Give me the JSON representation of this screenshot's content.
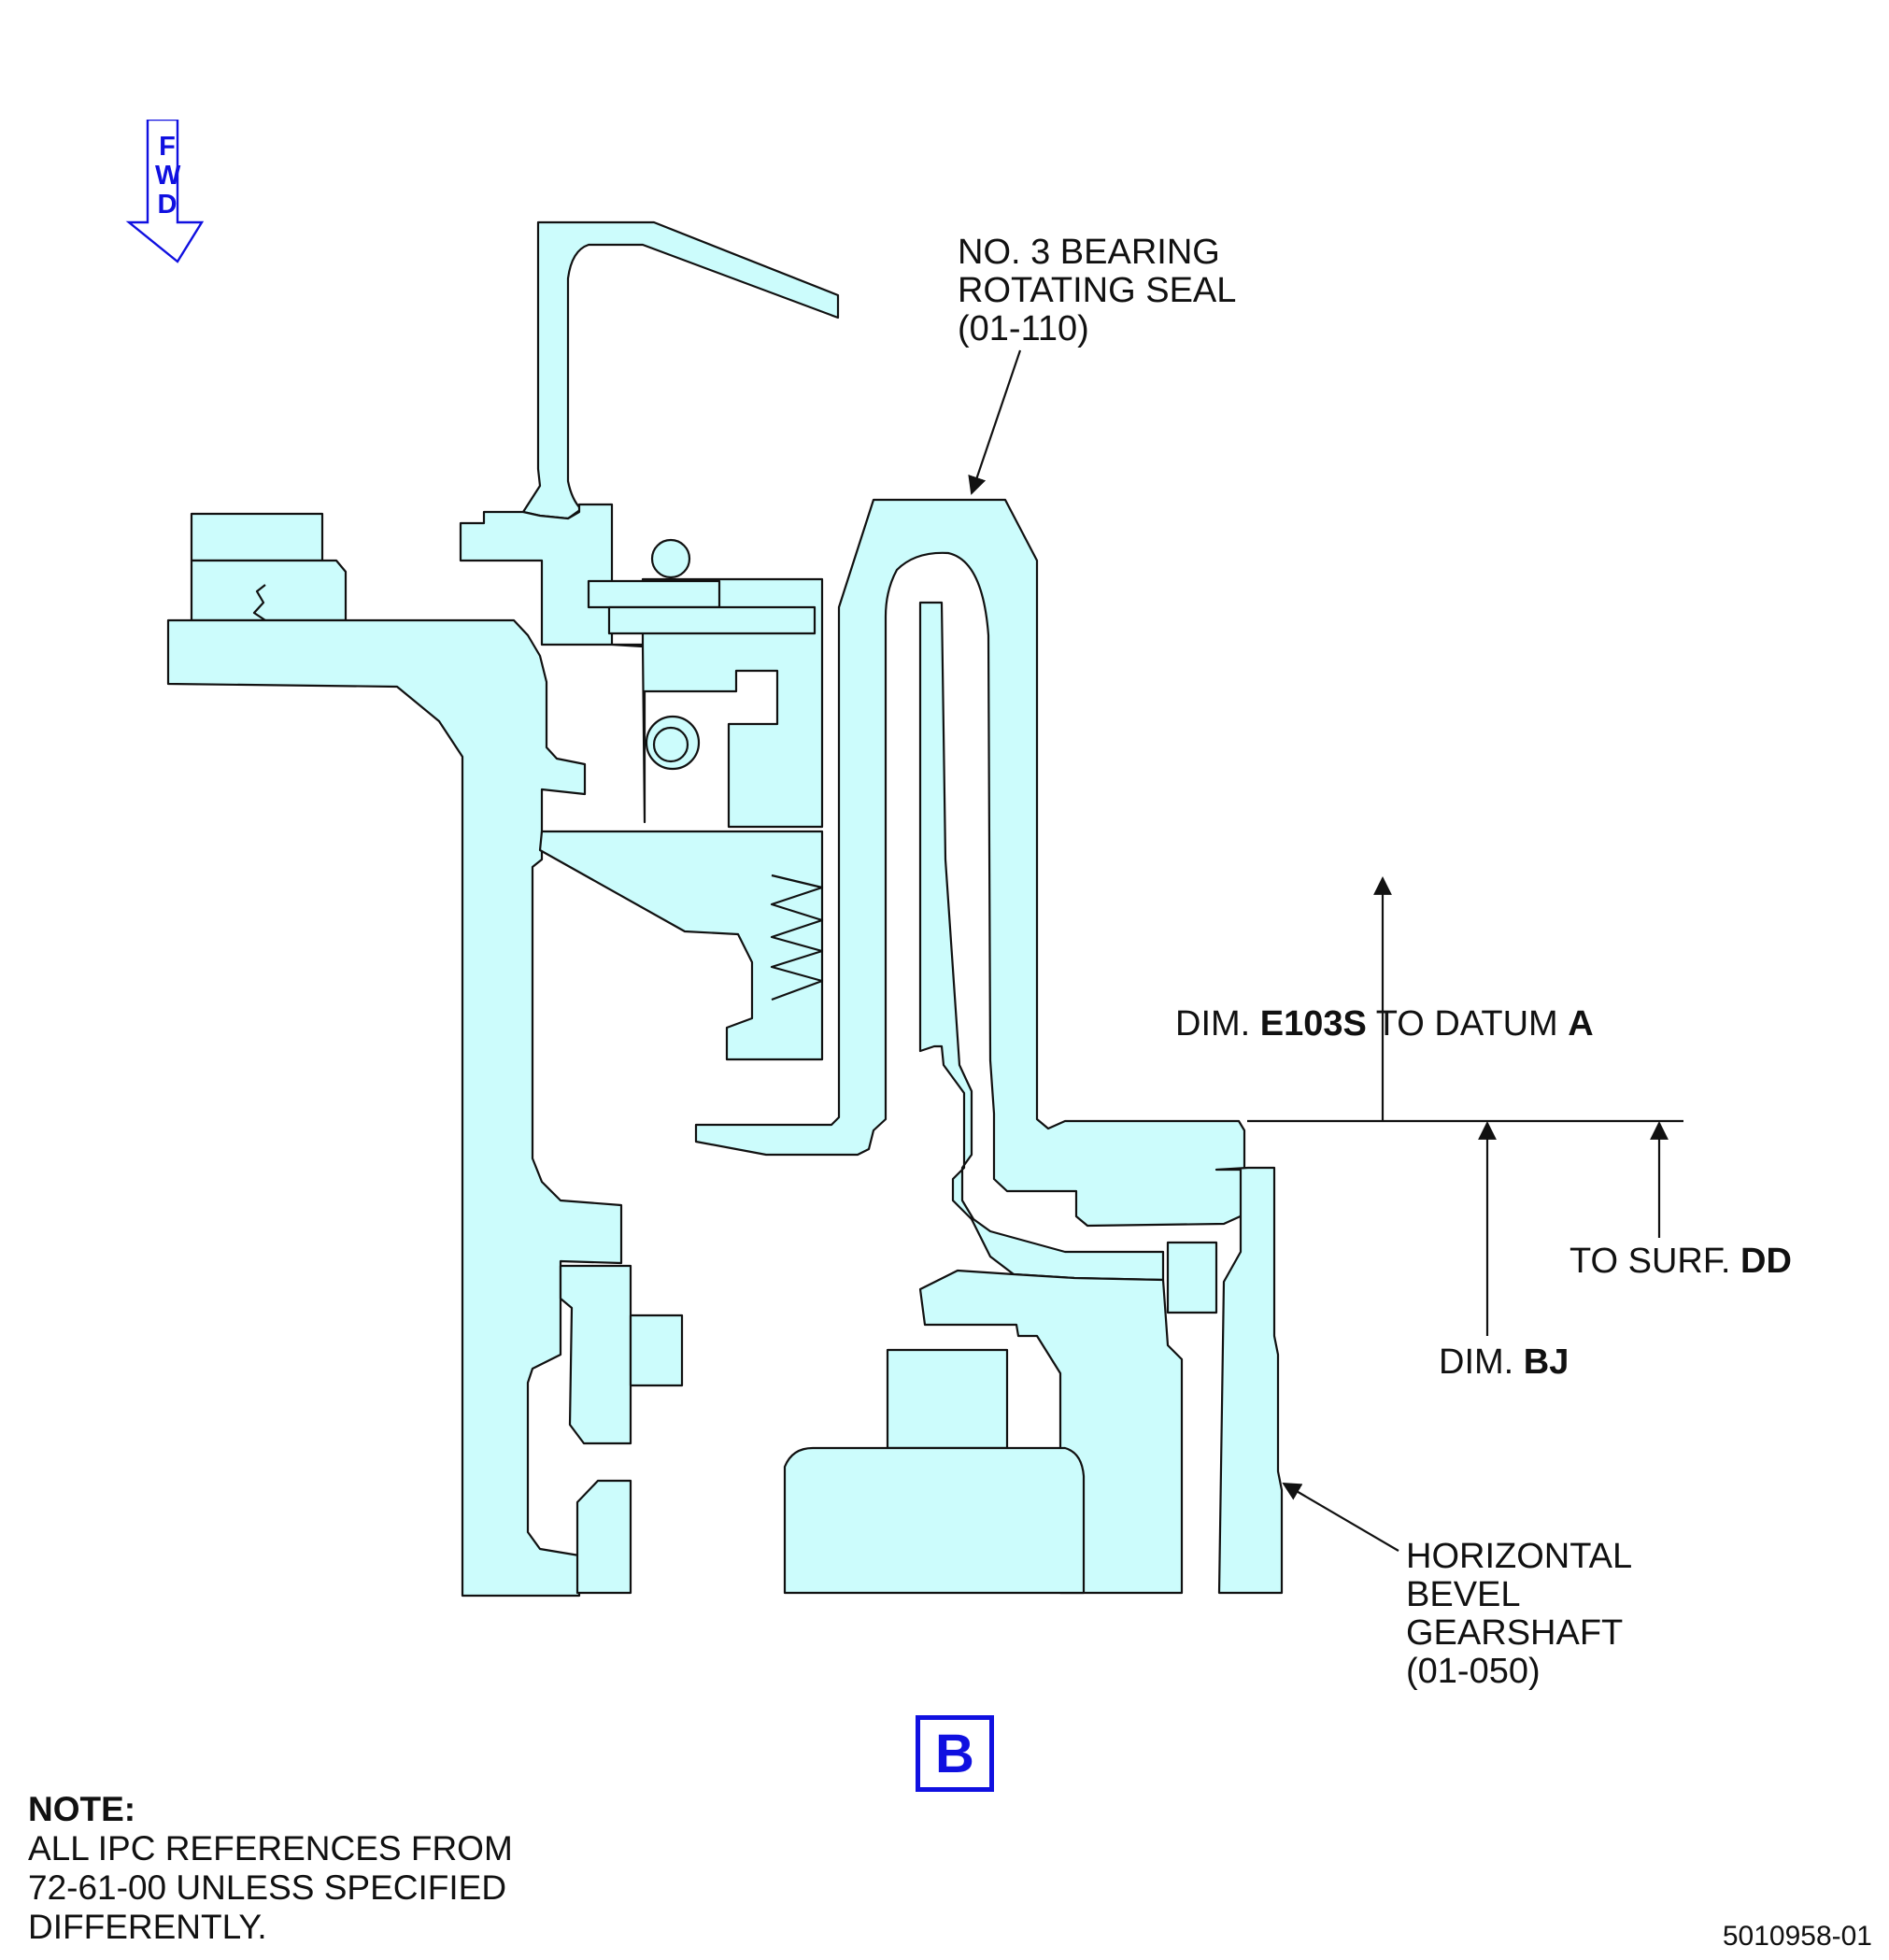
{
  "orientation": {
    "letters": [
      "F",
      "W",
      "D"
    ],
    "color": "#1010e0"
  },
  "labels": {
    "bearing_seal": [
      "NO. 3 BEARING",
      "ROTATING SEAL",
      "(01-110)"
    ],
    "dim_e103s": {
      "prefix": "DIM. ",
      "code": "E103S",
      "mid": " TO DATUM ",
      "datum": "A"
    },
    "to_surf": {
      "prefix": "TO SURF. ",
      "code": "DD"
    },
    "dim_bj": {
      "prefix": "DIM. ",
      "code": "BJ"
    },
    "gearshaft": [
      "HORIZONTAL",
      "BEVEL",
      "GEARSHAFT",
      "(01-050)"
    ]
  },
  "view_marker": "B",
  "note": {
    "title": "NOTE:",
    "lines": [
      "ALL IPC REFERENCES FROM",
      "72-61-00 UNLESS SPECIFIED",
      "DIFFERENTLY."
    ]
  },
  "figure_number": "5010958-01",
  "colors": {
    "part_fill": "#ccfcfc",
    "outline": "#111111",
    "accent": "#1010e0"
  }
}
